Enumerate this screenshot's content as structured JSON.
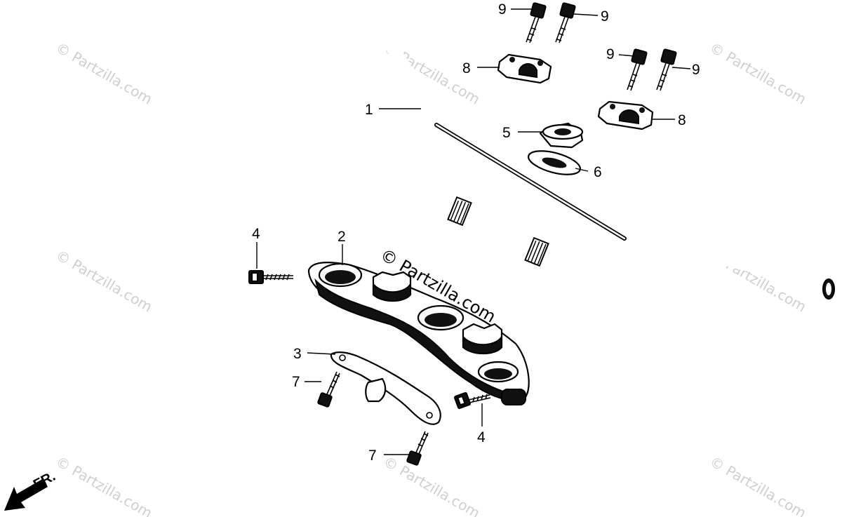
{
  "callouts": {
    "c1": "1",
    "c2": "2",
    "c3": "3",
    "c4a": "4",
    "c4b": "4",
    "c5": "5",
    "c6": "6",
    "c7a": "7",
    "c7b": "7",
    "c8a": "8",
    "c8b": "8",
    "c9a": "9",
    "c9b": "9",
    "c9c": "9",
    "c9d": "9"
  },
  "watermark": {
    "center": "© Partzilla.com",
    "faint": "© Partzilla.com"
  },
  "direction": {
    "label": "FR."
  },
  "colors": {
    "ink": "#000000",
    "background": "#ffffff",
    "watermark": "#cfcfcf"
  }
}
